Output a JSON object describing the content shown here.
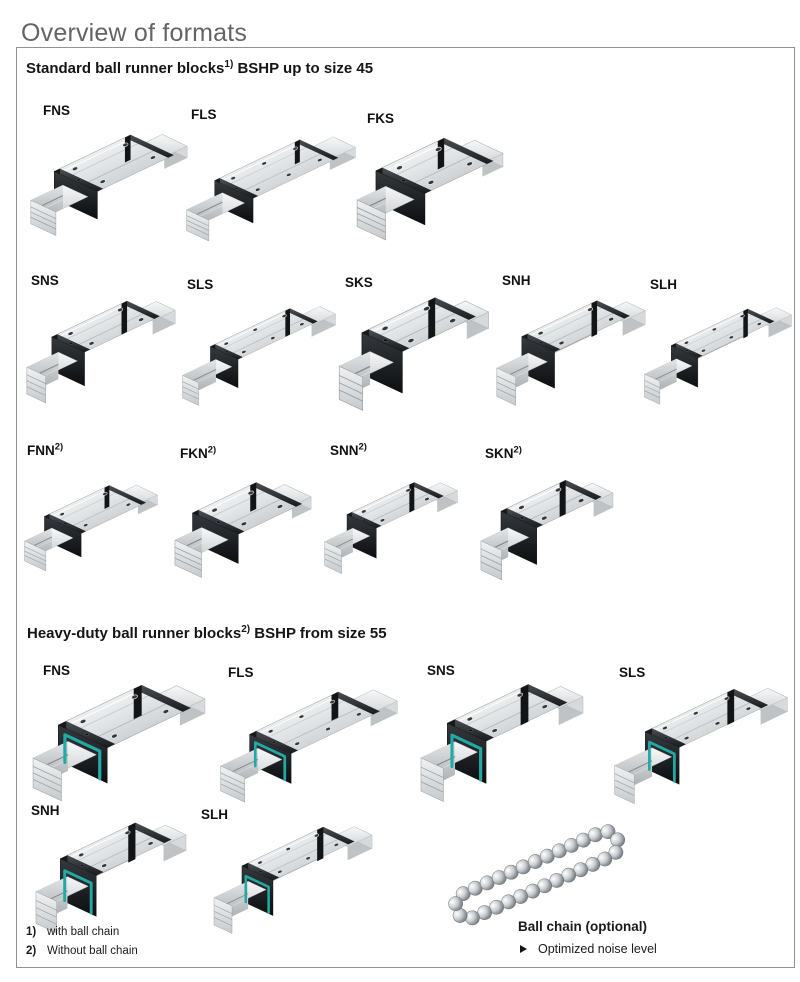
{
  "page": {
    "title": "Overview of formats"
  },
  "sections": [
    {
      "heading": {
        "pre": "Standard ball runner blocks",
        "sup": "1)",
        "post": " BSHP up to size 45"
      },
      "rows": [
        [
          {
            "label": "FNS",
            "sup": "",
            "flanged": true,
            "length": "normal",
            "high": false,
            "ball_chain": false
          },
          {
            "label": "FLS",
            "sup": "",
            "flanged": true,
            "length": "long",
            "high": false,
            "ball_chain": false
          },
          {
            "label": "FKS",
            "sup": "",
            "flanged": true,
            "length": "short",
            "high": false,
            "ball_chain": false
          }
        ],
        [
          {
            "label": "SNS",
            "sup": "",
            "flanged": false,
            "length": "normal",
            "high": false,
            "ball_chain": false
          },
          {
            "label": "SLS",
            "sup": "",
            "flanged": false,
            "length": "long",
            "high": false,
            "ball_chain": false
          },
          {
            "label": "SKS",
            "sup": "",
            "flanged": false,
            "length": "short",
            "high": false,
            "ball_chain": false
          },
          {
            "label": "SNH",
            "sup": "",
            "flanged": false,
            "length": "normal",
            "high": true,
            "ball_chain": false
          },
          {
            "label": "SLH",
            "sup": "",
            "flanged": false,
            "length": "long",
            "high": true,
            "ball_chain": false
          }
        ],
        [
          {
            "label": "FNN",
            "sup": "2)",
            "flanged": true,
            "length": "normal",
            "high": false,
            "ball_chain": false
          },
          {
            "label": "FKN",
            "sup": "2)",
            "flanged": true,
            "length": "short",
            "high": false,
            "ball_chain": false
          },
          {
            "label": "SNN",
            "sup": "2)",
            "flanged": false,
            "length": "normal",
            "high": false,
            "ball_chain": false
          },
          {
            "label": "SKN",
            "sup": "2)",
            "flanged": false,
            "length": "short",
            "high": false,
            "ball_chain": false
          }
        ]
      ]
    },
    {
      "heading": {
        "pre": "Heavy-duty ball runner blocks",
        "sup": "2)",
        "post": " BSHP from size 55"
      },
      "rows": [
        [
          {
            "label": "FNS",
            "sup": "",
            "flanged": true,
            "length": "normal",
            "high": false,
            "ball_chain": true
          },
          {
            "label": "FLS",
            "sup": "",
            "flanged": true,
            "length": "long",
            "high": false,
            "ball_chain": true
          },
          {
            "label": "SNS",
            "sup": "",
            "flanged": false,
            "length": "normal",
            "high": false,
            "ball_chain": true
          },
          {
            "label": "SLS",
            "sup": "",
            "flanged": false,
            "length": "long",
            "high": false,
            "ball_chain": true
          }
        ],
        [
          {
            "label": "SNH",
            "sup": "",
            "flanged": false,
            "length": "normal",
            "high": true,
            "ball_chain": true
          },
          {
            "label": "SLH",
            "sup": "",
            "flanged": false,
            "length": "long",
            "high": true,
            "ball_chain": true
          }
        ]
      ]
    }
  ],
  "footnotes": [
    {
      "marker": "1)",
      "text": "with ball chain"
    },
    {
      "marker": "2)",
      "text": "Without ball chain"
    }
  ],
  "ball_chain": {
    "title": "Ball chain (optional)",
    "bullet": "Optimized noise level"
  },
  "colors": {
    "accent_teal": "#22a9a4",
    "cap_dark": "#16181b",
    "metal_light": "#e9ebec",
    "panel_border": "#8f9296",
    "title_gray": "#636466"
  }
}
